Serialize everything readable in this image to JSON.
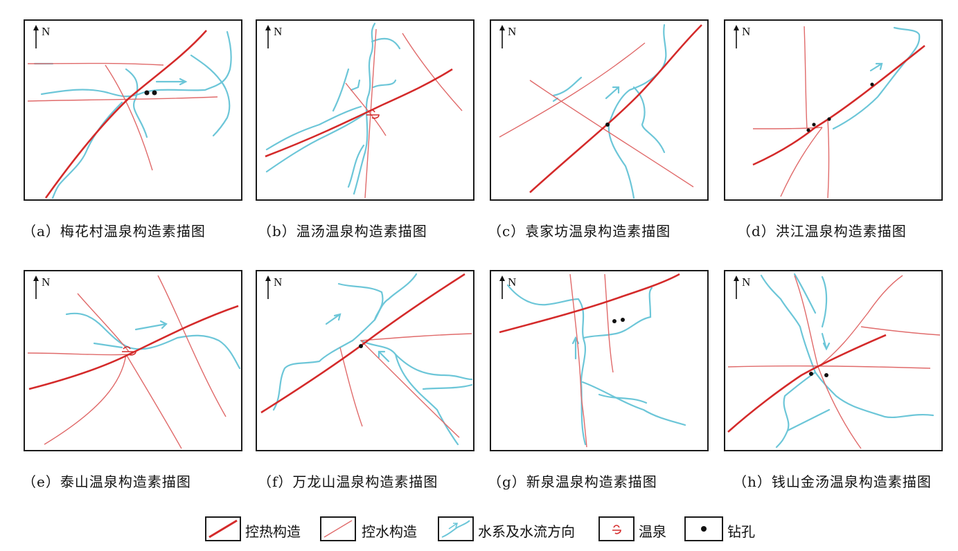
{
  "north_label": "N",
  "captions": [
    "（a）梅花村温泉构造素描图",
    "（b）温汤温泉构造素描图",
    "（c）袁家坊温泉构造素描图",
    "（d）洪江温泉构造素描图",
    "（e）泰山温泉构造素描图",
    "（f）万龙山温泉构造素描图",
    "（g）新泉温泉构造素描图",
    "（h）钱山金汤温泉构造素描图"
  ],
  "legend": [
    {
      "label": "控热构造",
      "icon": "heat-control-structure-line"
    },
    {
      "label": "控水构造",
      "icon": "water-control-structure-line"
    },
    {
      "label": "水系及水流方向",
      "icon": "river-flow-icon"
    },
    {
      "label": "温泉",
      "icon": "hot-spring-icon"
    },
    {
      "label": "钻孔",
      "icon": "borehole-dot-icon"
    }
  ],
  "colors": {
    "heat_structure": "#d42a2a",
    "water_structure": "#e06a6a",
    "river": "#6cc6d8",
    "border": "#1a1a1a"
  }
}
